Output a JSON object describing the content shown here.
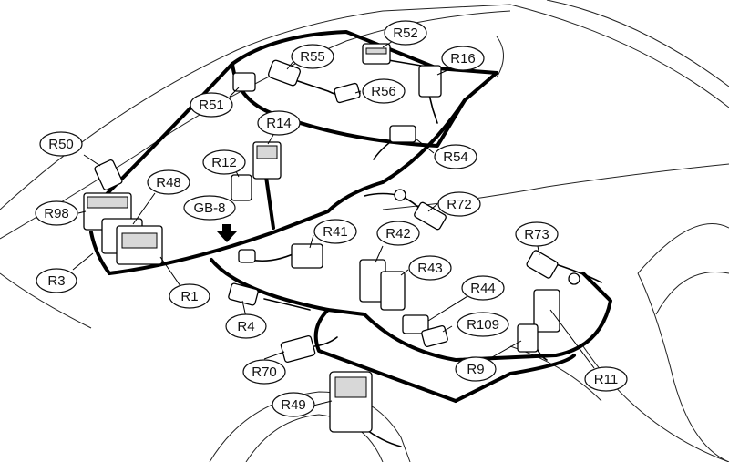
{
  "labels": {
    "R52": "R52",
    "R55": "R55",
    "R16": "R16",
    "R56": "R56",
    "R51": "R51",
    "R14": "R14",
    "R50": "R50",
    "R12": "R12",
    "R48": "R48",
    "R54": "R54",
    "R98": "R98",
    "GB8": "GB-8",
    "R72": "R72",
    "R41": "R41",
    "R42": "R42",
    "R73": "R73",
    "R43": "R43",
    "R3": "R3",
    "R1": "R1",
    "R44": "R44",
    "R4": "R4",
    "R109": "R109",
    "R70": "R70",
    "R9": "R9",
    "R11": "R11",
    "R49": "R49"
  },
  "icons": {
    "ground_pointer": "down-arrow-icon"
  }
}
